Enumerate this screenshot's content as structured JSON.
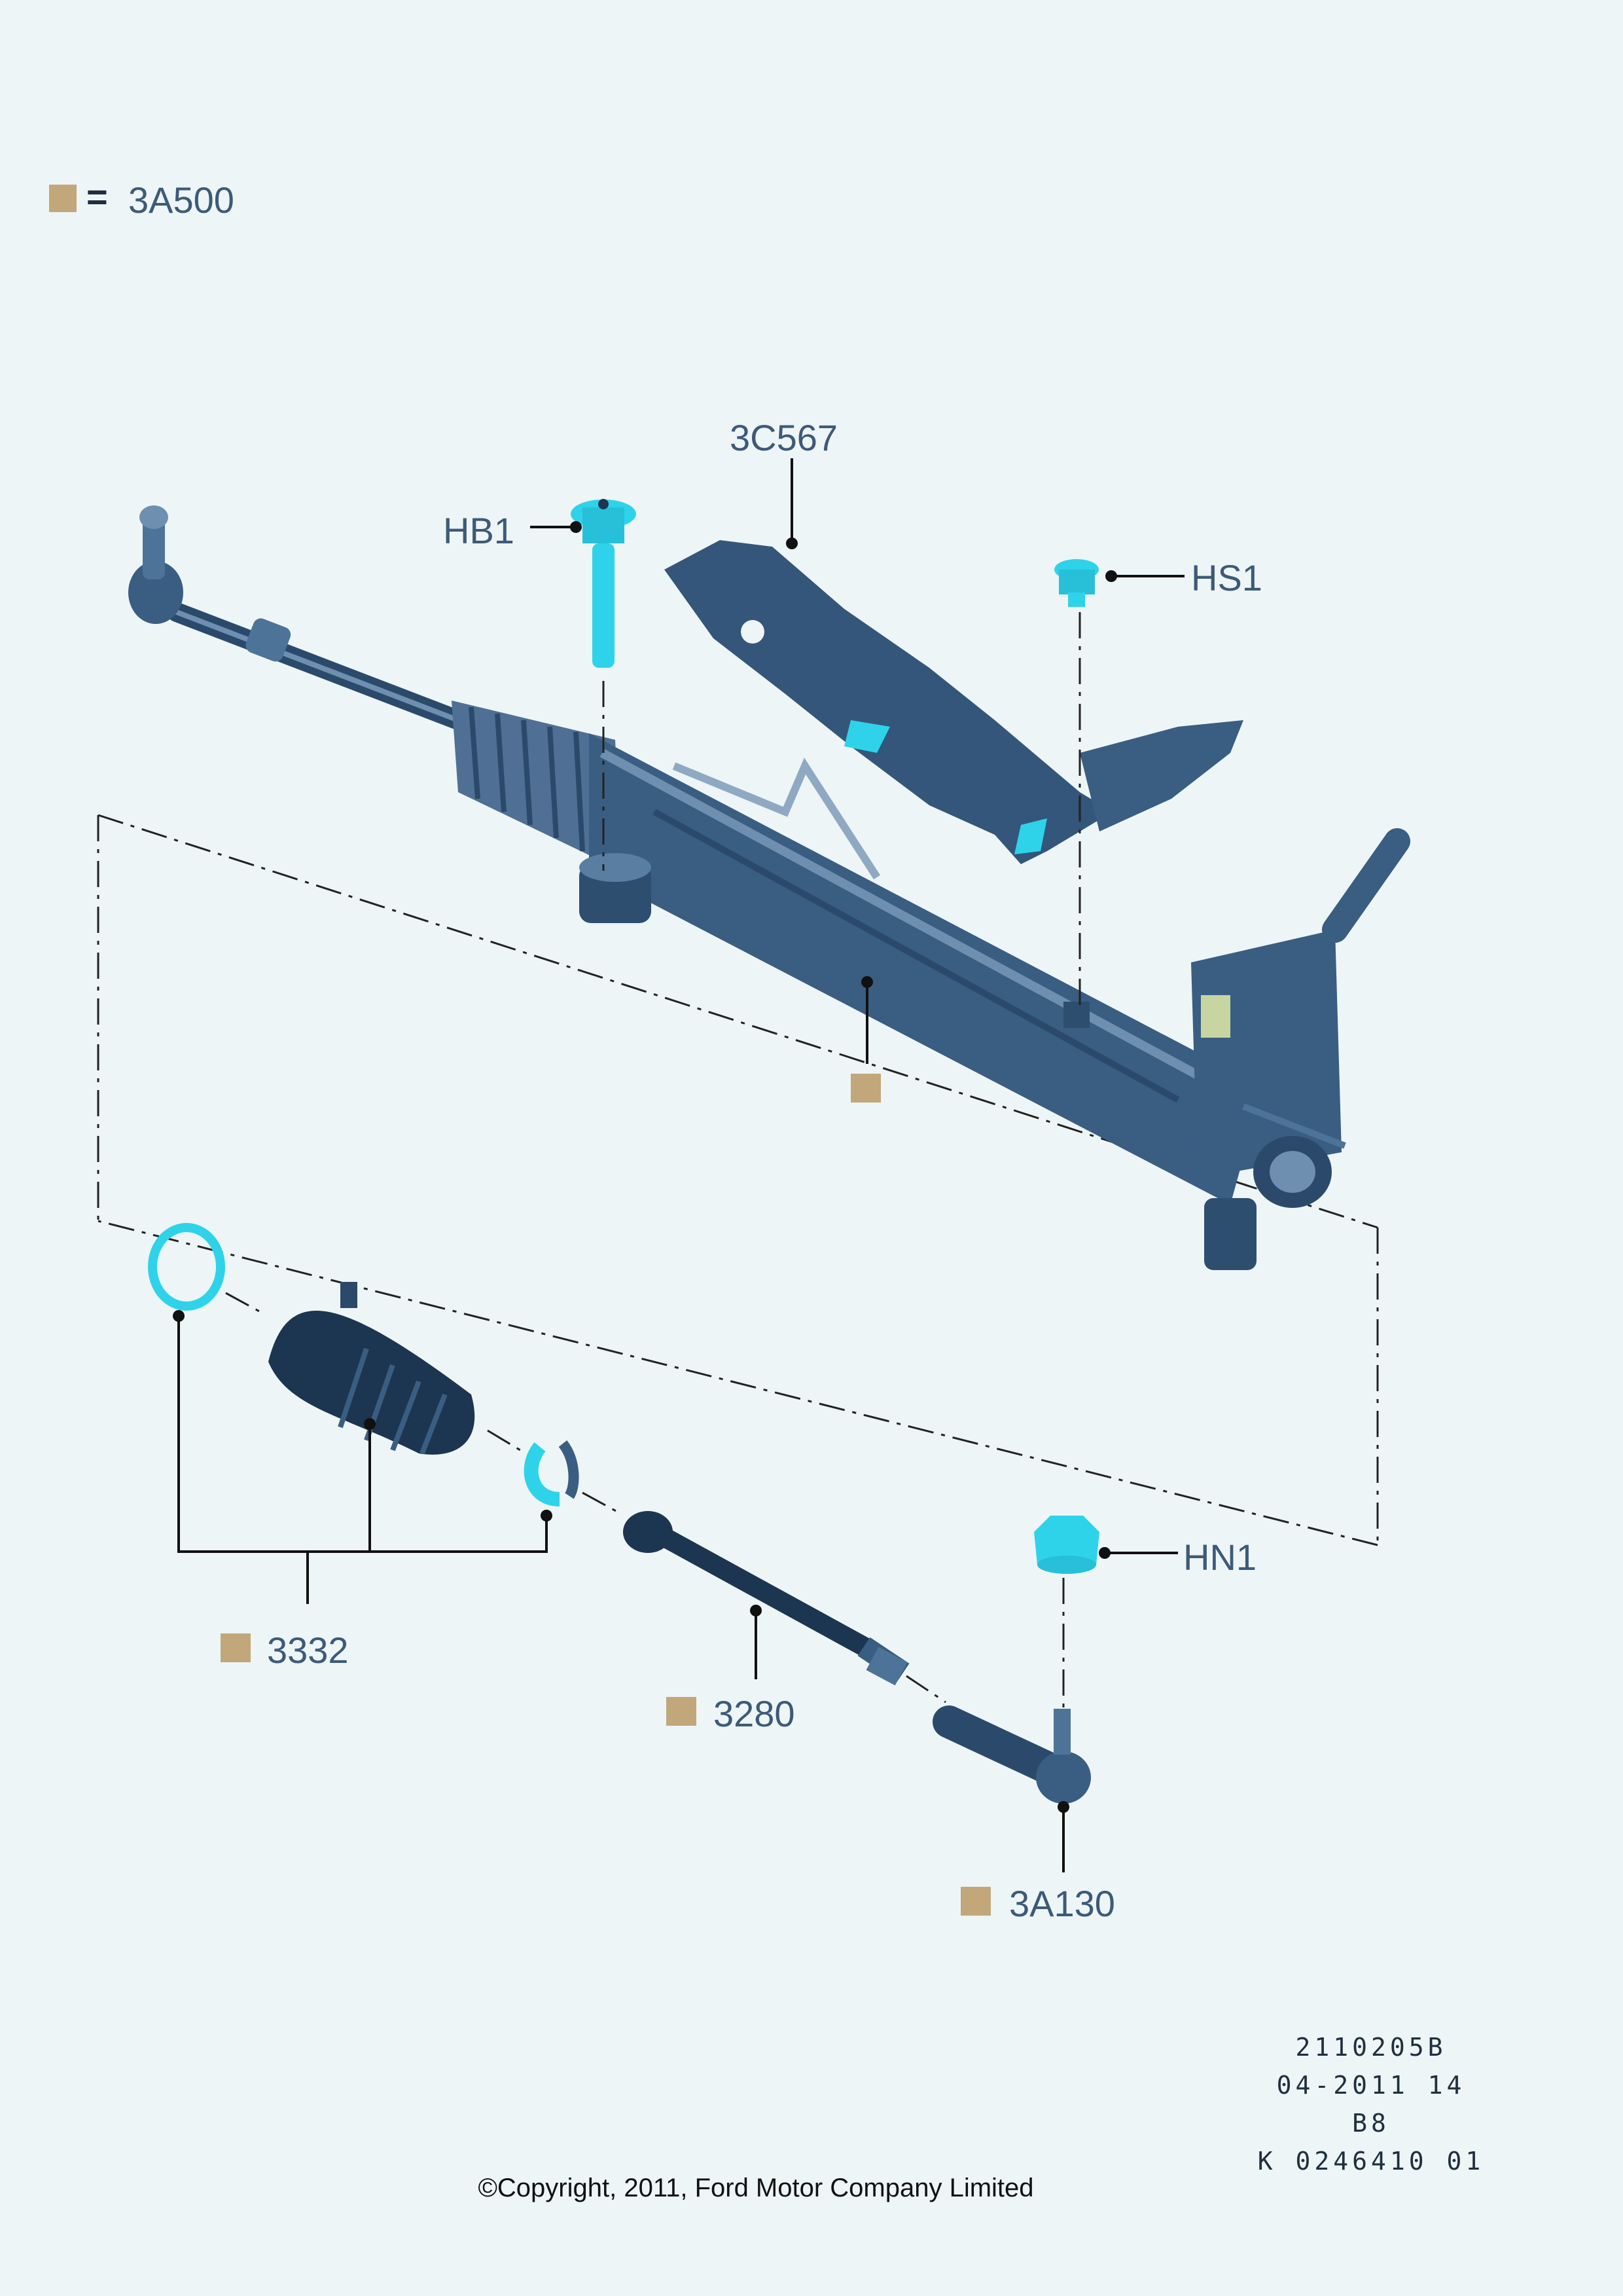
{
  "legend": {
    "equals": "=",
    "code": "3A500"
  },
  "labels": {
    "bracket": "3C567",
    "bolt": "HB1",
    "screw": "HS1",
    "nut": "HN1",
    "boot_kit": "3332",
    "inner_tie_rod": "3280",
    "tie_rod_end": "3A130"
  },
  "meta": {
    "line1": "2110205B",
    "line2": "04-2011 14",
    "line3": "B8",
    "line4": "K 0246410 01"
  },
  "copyright": "©Copyright, 2011, Ford Motor Company Limited",
  "colors": {
    "background": "#edf5f6",
    "part_blue": "#3a5d82",
    "part_dark": "#1c3550",
    "highlight_cyan": "#2ed3ea",
    "swatch_tan": "#c2a77a",
    "label_text": "#3d5a78"
  }
}
